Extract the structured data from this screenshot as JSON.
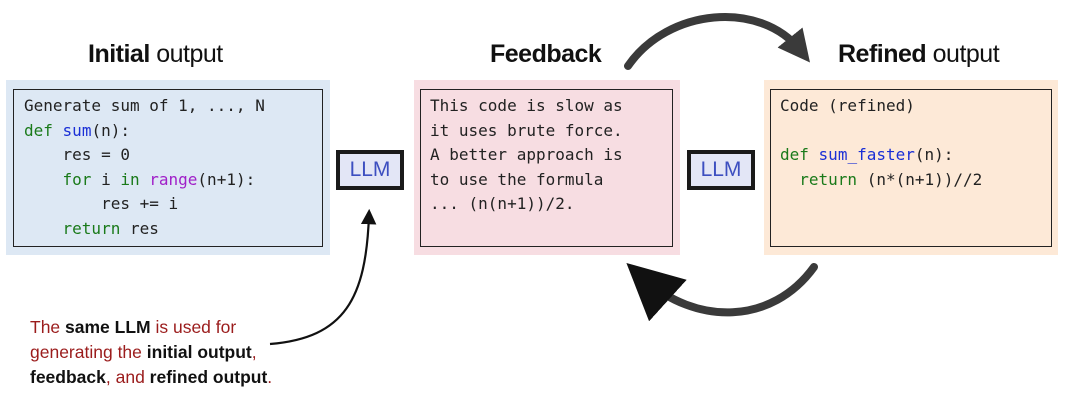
{
  "headings": {
    "initial": {
      "bold": "Initial",
      "rest": " output"
    },
    "feedback": {
      "bold": "Feedback"
    },
    "refined": {
      "bold": "Refined",
      "rest": " output"
    }
  },
  "initial_code": {
    "line1": "Generate sum of 1, ..., N",
    "kw_def": "def",
    "fn_sum": "sum",
    "sig_rest": "(n):",
    "res_assign": "res = 0",
    "kw_for": "for",
    "loop_var": " i ",
    "kw_in": "in",
    "kw_range": "range",
    "range_args": "(n+1):",
    "accumulate": "res += i",
    "kw_return": "return",
    "return_val": " res"
  },
  "feedback_text": {
    "line1": "This code is slow as",
    "line2": "it uses brute force.",
    "line3": "A better approach is",
    "line4": "to use the formula",
    "line5": "... (n(n+1))/2."
  },
  "refined_code": {
    "line1": "Code (refined)",
    "kw_def": "def",
    "fn_name": "sum_faster",
    "sig_rest": "(n):",
    "kw_return": "return",
    "return_expr": " (n*(n+1))//2"
  },
  "llm_label": "LLM",
  "note": {
    "p1": "The ",
    "b1": "same LLM",
    "p2": " is used for",
    "p3": "generating the ",
    "b2": "initial output",
    "p4": ",",
    "b3": "feedback",
    "p5": ", and ",
    "b4": "refined output",
    "p6": "."
  },
  "colors": {
    "initial_panel": "#dde8f4",
    "feedback_panel": "#f7dde2",
    "refined_panel": "#fde9d7",
    "llm_fill": "#e3e6f6",
    "llm_text": "#3d4fc0",
    "note_text": "#9b1c1c",
    "keyword": "#1a7a1a",
    "function": "#1a2fd6"
  }
}
